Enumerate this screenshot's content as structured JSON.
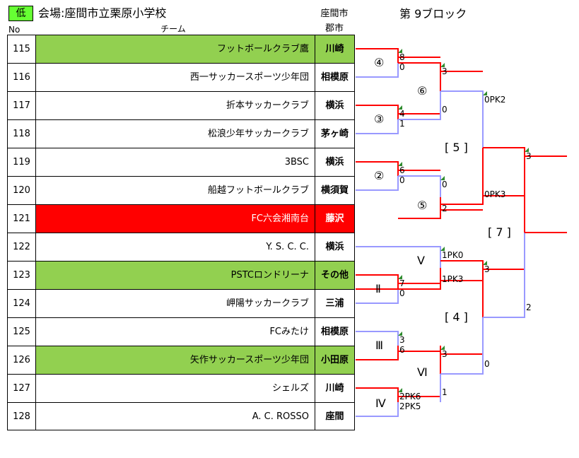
{
  "header": {
    "level": "低",
    "venue": "会場:座間市立栗原小学校",
    "city_header": "座間市",
    "block": "第 9ブロック",
    "col_no": "No",
    "col_team": "チーム",
    "col_city": "郡市"
  },
  "teams": [
    {
      "no": "115",
      "name": "フットボールクラブ鷹",
      "city": "川崎",
      "bg": "green"
    },
    {
      "no": "116",
      "name": "西一サッカースポーツ少年団",
      "city": "相模原",
      "bg": ""
    },
    {
      "no": "117",
      "name": "折本サッカークラブ",
      "city": "横浜",
      "bg": ""
    },
    {
      "no": "118",
      "name": "松浪少年サッカークラブ",
      "city": "茅ヶ崎",
      "bg": ""
    },
    {
      "no": "119",
      "name": "3BSC",
      "city": "横浜",
      "bg": ""
    },
    {
      "no": "120",
      "name": "船越フットボールクラブ",
      "city": "横須賀",
      "bg": ""
    },
    {
      "no": "121",
      "name": "FC六会湘南台",
      "city": "藤沢",
      "bg": "red"
    },
    {
      "no": "122",
      "name": "Y. S. C. C.",
      "city": "横浜",
      "bg": ""
    },
    {
      "no": "123",
      "name": "PSTCロンドリーナ",
      "city": "その他",
      "bg": "green"
    },
    {
      "no": "124",
      "name": "岬陽サッカークラブ",
      "city": "三浦",
      "bg": ""
    },
    {
      "no": "125",
      "name": "FCみたけ",
      "city": "相模原",
      "bg": ""
    },
    {
      "no": "126",
      "name": "矢作サッカースポーツ少年団",
      "city": "小田原",
      "bg": "green"
    },
    {
      "no": "127",
      "name": "シェルズ",
      "city": "川崎",
      "bg": ""
    },
    {
      "no": "128",
      "name": "A. C. ROSSO",
      "city": "座間",
      "bg": ""
    }
  ],
  "matches": [
    {
      "label": "④",
      "top_score": "8",
      "bottom_score": "0",
      "winner": "top"
    },
    {
      "label": "③",
      "top_score": "4",
      "bottom_score": "1",
      "winner": "top"
    },
    {
      "label": "②",
      "top_score": "6",
      "bottom_score": "0",
      "winner": "top"
    },
    {
      "label": "Ⅱ",
      "top_score": "7",
      "bottom_score": "0",
      "winner": "top"
    },
    {
      "label": "Ⅲ",
      "top_score": "3",
      "bottom_score": "6",
      "winner": "bottom"
    },
    {
      "label": "Ⅳ",
      "top_score": "2PK6",
      "bottom_score": "2PK5",
      "winner": "top"
    },
    {
      "label": "⑥",
      "top_score": "3",
      "bottom_score": "0",
      "winner": "top"
    },
    {
      "label": "⑤",
      "top_score": "0",
      "bottom_score": "2",
      "winner": "bottom"
    },
    {
      "label": "Ⅴ",
      "top_score": "1PK0",
      "bottom_score": "1PK3",
      "winner": "bottom"
    },
    {
      "label": "Ⅵ",
      "top_score": "3",
      "bottom_score": "1",
      "winner": "top"
    },
    {
      "label": "[ 5 ]",
      "top_score": "0PK2",
      "bottom_score": "0PK3",
      "winner": "bottom"
    },
    {
      "label": "[ 4 ]",
      "top_score": "3",
      "bottom_score": "0",
      "winner": "top"
    },
    {
      "label": "[ 7 ]",
      "top_score": "3",
      "bottom_score": "2",
      "winner": "top"
    }
  ],
  "colors": {
    "win": "#ff0000",
    "lose": "#9999ff",
    "green": "#92d050",
    "red": "#ff0000"
  }
}
